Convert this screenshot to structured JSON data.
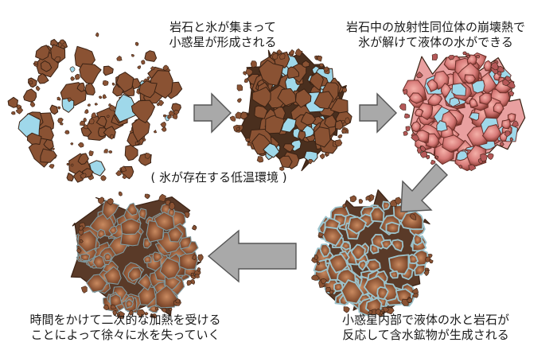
{
  "stages": [
    {
      "id": "s1",
      "lines": [
        "岩石と氷が集まって",
        "小惑星が形成される"
      ]
    },
    {
      "id": "s2",
      "lines": [
        "岩石中の放射性同位体の崩壊熱で",
        "氷が解けて液体の水ができる"
      ]
    },
    {
      "id": "s3",
      "lines": [
        "小惑星内部で液体の水と岩石が",
        "反応して含水鉱物が生成される"
      ]
    },
    {
      "id": "s4",
      "lines": [
        "時間をかけて二次的な加熱を受ける",
        "ことによって徐々に水を失っていく"
      ]
    }
  ],
  "condition_note": "( 氷が存在する低温環境 )",
  "colors": {
    "rock": "#8a5233",
    "rock_outline": "#3a2214",
    "ice": "#9fd8ea",
    "heated_rock": "#c96a6a",
    "hydrated_rim": "#9cc3cc",
    "arrow_fill": "#a9a9a9",
    "arrow_stroke": "#555555"
  }
}
